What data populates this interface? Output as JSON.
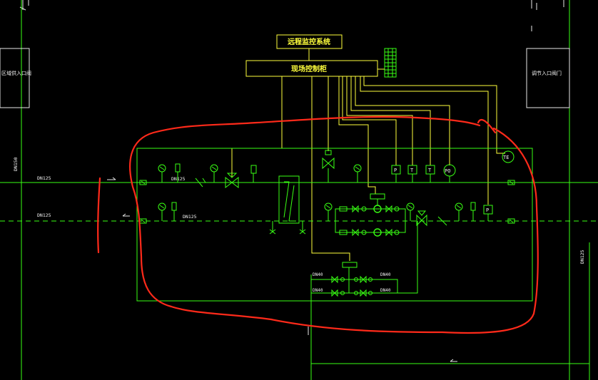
{
  "diagram": {
    "remote_system_label": "远程监控系统",
    "control_cabinet_label": "现场控制柜",
    "left_box_label": "区域供入口阀",
    "right_box_label": "调节入口阀门",
    "pipe_labels": {
      "main_supply_left": "DN125",
      "main_return_left": "DN125",
      "left_vertical": "DN150",
      "supply_mid": "DN125",
      "return_mid": "DN125",
      "right_vertical": "DN125",
      "bypass_1": "DN40",
      "bypass_2": "DN40",
      "bypass_3": "DN40",
      "bypass_4": "DN40"
    },
    "instrument_tags": {
      "pressure_1": "P",
      "temp_1": "T",
      "temp_2": "T",
      "pump_power": "PO",
      "temp_element": "TE",
      "pressure_2": "P"
    }
  }
}
